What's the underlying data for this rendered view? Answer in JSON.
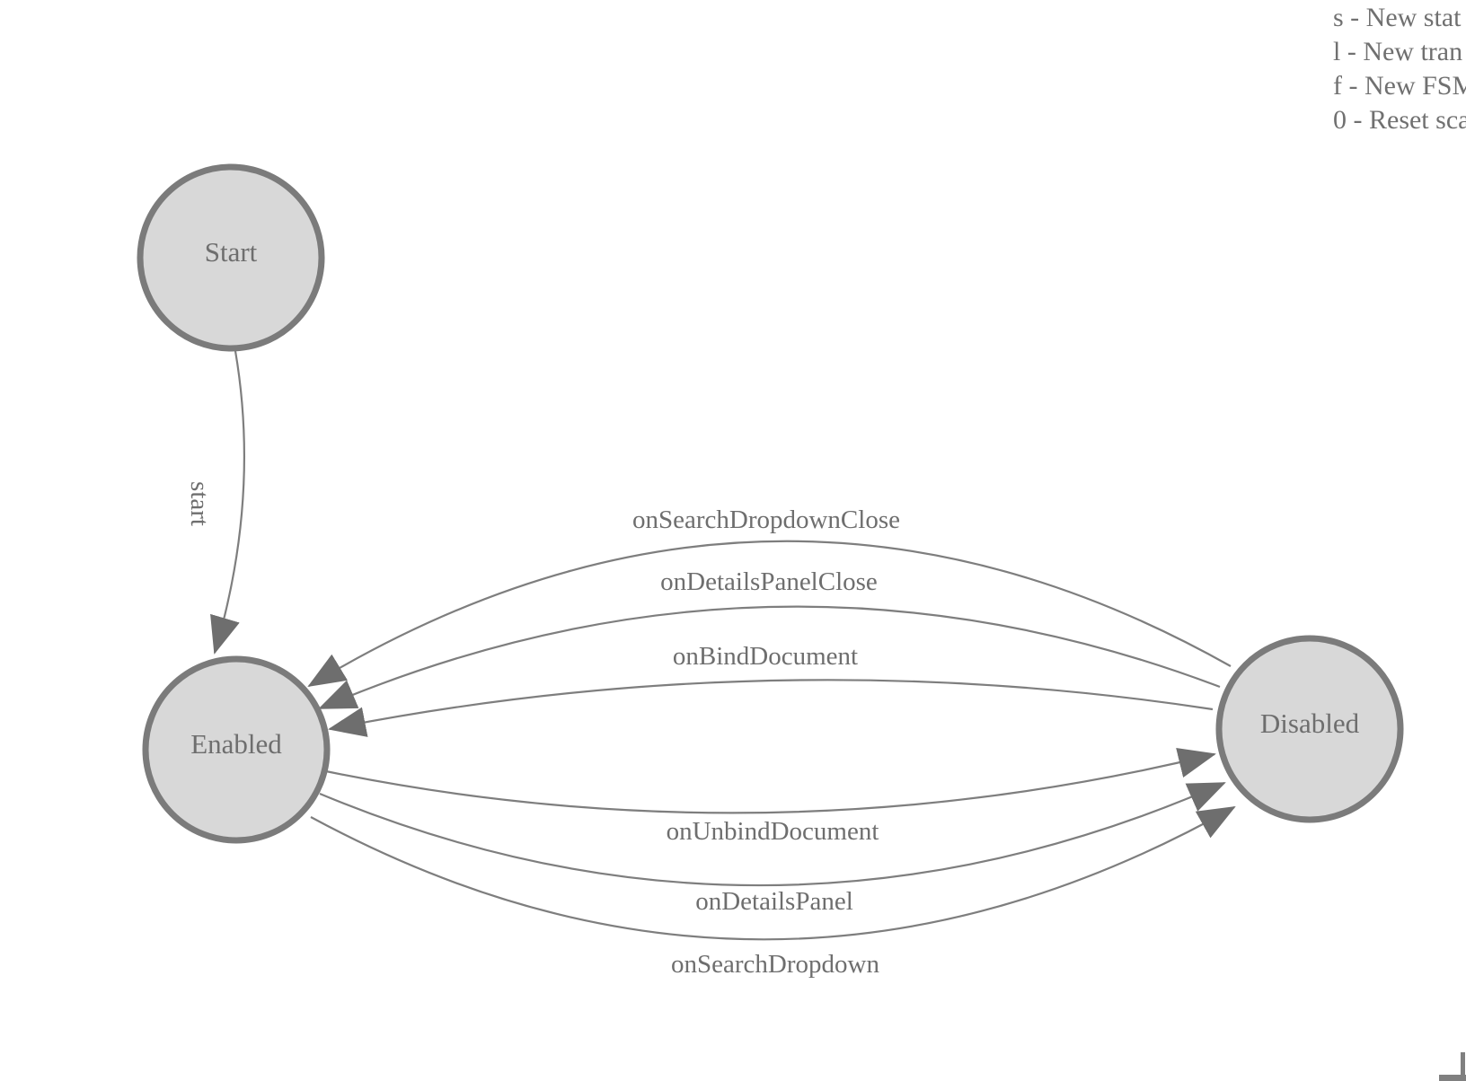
{
  "colors": {
    "node_fill": "#d8d8d8",
    "node_stroke": "#7b7b7b",
    "edge_line": "#7e7e7e",
    "arrowhead": "#6e6e6e",
    "label_text": "#6e6e6e"
  },
  "legend": {
    "lines": [
      "s - New stat",
      "l - New tran",
      "f - New FSM",
      "0 - Reset sca"
    ]
  },
  "states": [
    {
      "id": "start",
      "label": "Start"
    },
    {
      "id": "enabled",
      "label": "Enabled"
    },
    {
      "id": "disabled",
      "label": "Disabled"
    }
  ],
  "transitions": [
    {
      "label": "start",
      "from": "Start",
      "to": "Enabled"
    },
    {
      "label": "onSearchDropdownClose",
      "from": "Disabled",
      "to": "Enabled"
    },
    {
      "label": "onDetailsPanelClose",
      "from": "Disabled",
      "to": "Enabled"
    },
    {
      "label": "onBindDocument",
      "from": "Disabled",
      "to": "Enabled"
    },
    {
      "label": "onUnbindDocument",
      "from": "Enabled",
      "to": "Disabled"
    },
    {
      "label": "onDetailsPanel",
      "from": "Enabled",
      "to": "Disabled"
    },
    {
      "label": "onSearchDropdown",
      "from": "Enabled",
      "to": "Disabled"
    }
  ]
}
